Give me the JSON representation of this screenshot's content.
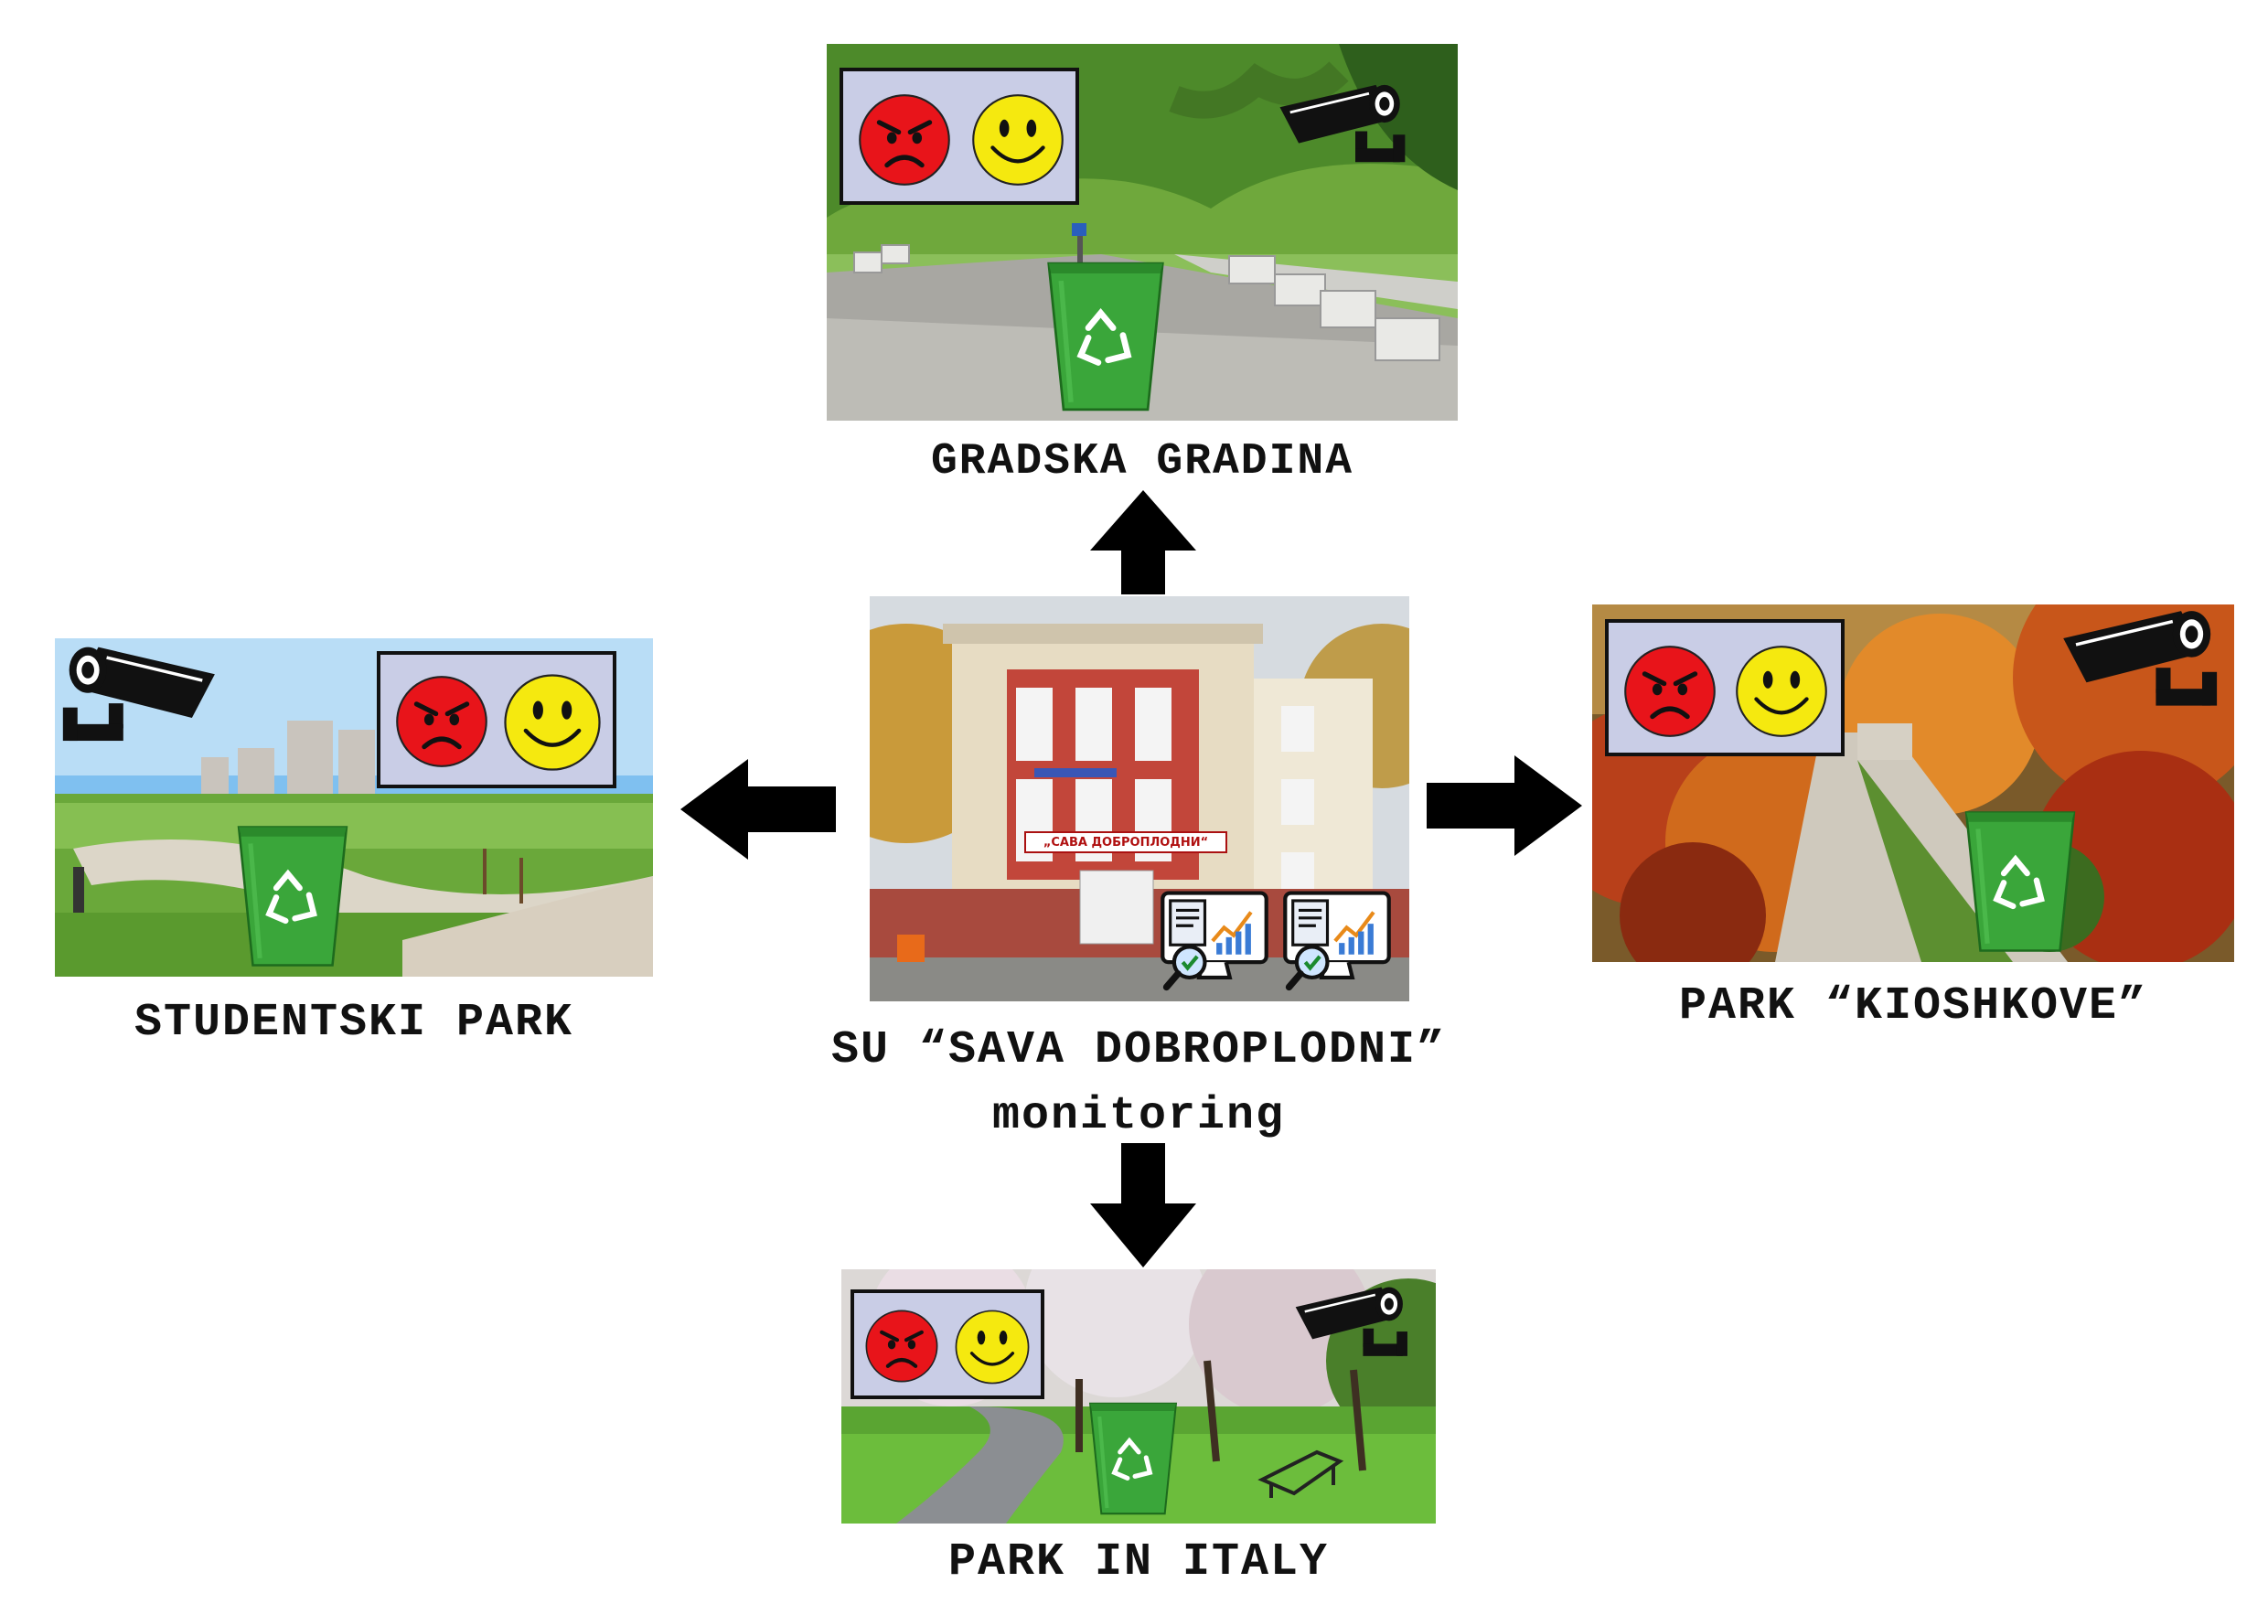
{
  "hub": {
    "name": "SU “SAVA DOBROPLODNI”",
    "subtitle": "monitoring",
    "building_sign": "„САВА ДОБРОПЛОДНИ“"
  },
  "parks": {
    "top": {
      "name": "GRADSKA GRADINA"
    },
    "left": {
      "name": "STUDENTSKI PARK"
    },
    "right": {
      "name": "PARK “KIOSHKOVE”"
    },
    "bottom": {
      "name": "PARK IN ITALY"
    }
  },
  "icons": {
    "angry_face": "angry-face-icon",
    "smiley_face": "smiley-face-icon",
    "camera": "security-camera-icon",
    "recycle_bin": "recycle-bin-icon",
    "monitor": "analytics-monitor-icon",
    "arrow": "arrow-icon"
  },
  "colors": {
    "angry": "#e8141a",
    "smile": "#f5e90f",
    "bin": "#3aa63a",
    "screen": "#c9cde6",
    "arrow": "#000000"
  }
}
